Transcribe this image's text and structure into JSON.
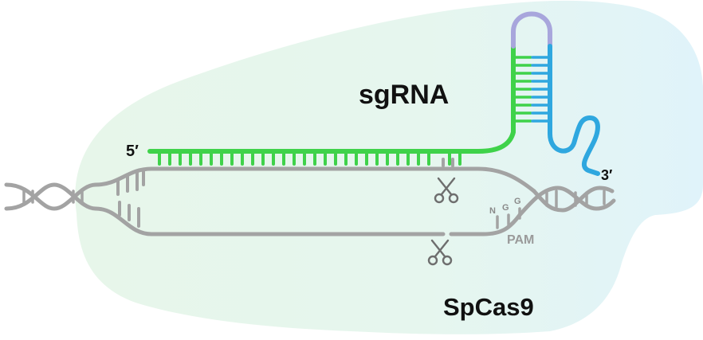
{
  "labels": {
    "sgrna": "sgRNA",
    "five_prime": "5′",
    "three_prime": "3′",
    "pam": "PAM",
    "spcas9": "SpCas9",
    "pam_bases": [
      "N",
      "G",
      "G"
    ]
  },
  "colors": {
    "background": "#ffffff",
    "cas9_blob_left": "#e7f6ea",
    "cas9_blob_right": "#e2f4fa",
    "guide_green": "#3fd24a",
    "rna_blue": "#2fa7df",
    "loop_purple": "#a8a6dc",
    "dna_gray": "#a3a3a3",
    "text_dark": "#111111",
    "text_gray": "#9a9a9a"
  },
  "icons": [
    "scissors-icon-upper",
    "scissors-icon-lower"
  ]
}
